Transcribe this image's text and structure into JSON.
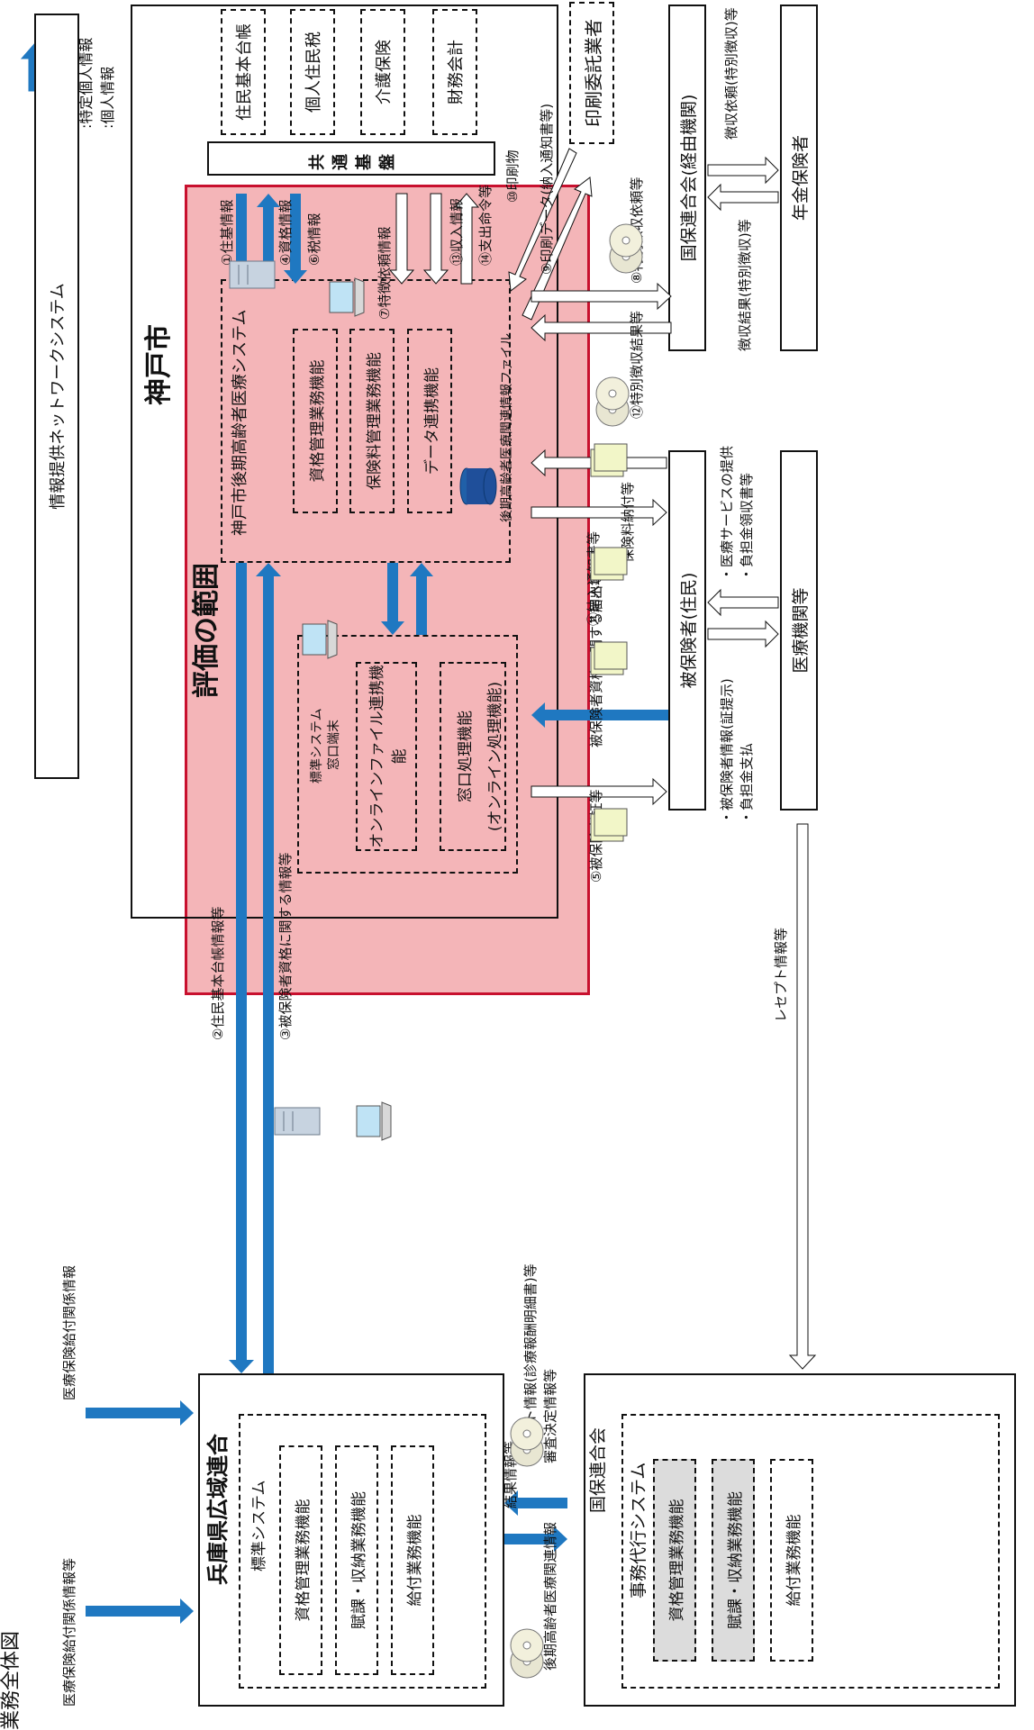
{
  "header": {
    "title": "業務全体図"
  },
  "legend": {
    "specific": ":特定個人情報",
    "personal": ":個人情報"
  },
  "scope": {
    "title": "評価の範囲"
  },
  "network": {
    "label": "情報提供ネットワークシステム"
  },
  "kobe": {
    "title": "神戸市",
    "systems": [
      "住民基本台帳",
      "個人住民税",
      "介護保険",
      "財務会計"
    ],
    "common_platform": "共　通　基　盤",
    "medical_system": {
      "title": "神戸市後期高齢者医療システム",
      "functions": [
        "資格管理業務機能",
        "保険料管理業務機能",
        "データ連携機能"
      ],
      "db_label": "後期高齢者医療関連情報ファイル"
    },
    "window": {
      "title_line1": "標準システム",
      "title_line2": "窓口端末",
      "function1": "オンラインファイル連携機能",
      "function2_line1": "窓口処理機能",
      "function2_line2": "(オンライン処理機能)"
    }
  },
  "external": {
    "printer": "印刷委託業者",
    "kokuho_via": "国保連合会(経由機関)",
    "pension": "年金保険者",
    "insured": "被保険者(住民)",
    "medical": "医療機関等"
  },
  "hyogo": {
    "title": "兵庫県広域連合",
    "system": "標準システム",
    "functions": [
      "資格管理業務機能",
      "賦課・収納業務機能",
      "給付業務機能"
    ]
  },
  "kokuho": {
    "title": "国保連合会",
    "system": "事務代行システム",
    "functions": [
      "資格管理業務機能",
      "賦課・収納業務機能",
      "給付業務機能"
    ]
  },
  "flows": {
    "f1": "①住基情報",
    "f4": "④資格情報",
    "f6": "⑥税情報",
    "f7": "⑦特徴依頼情報",
    "f13": "⑬収入情報",
    "f14": "⑭支出命令等",
    "f10": "⑩印刷物",
    "f9": "⑨印刷データ(納入通知書等)",
    "f8": "⑧特別徴収依頼等",
    "f12": "⑫特別徴収結果等",
    "f11a": "保険料納付等",
    "f11b": "⑪納入通知書等",
    "notif": "被保険者資格に関する届出等",
    "f5": "⑤被保険者証等",
    "f2": "②住民基本台帳情報等",
    "f3": "③被保険者資格に関する情報等",
    "med_left": "医療保険給付関係情報等",
    "med_right": "医療保険給付関係情報",
    "rezept": "レセプト情報等",
    "results": "結果情報等",
    "rezept_detail": "レセプト情報(診療報酬明細書)等",
    "judge": "審査決定情報等",
    "kouki": "後期高齢者医療関連情報",
    "pension_req": "徴収依頼(特別徴収)等",
    "pension_res": "徴収結果(特別徴収)等",
    "insured_to_med1": "・被保険者情報(証提示)",
    "insured_to_med2": "・負担金支払",
    "med_to_insured1": "・医療サービスの提供",
    "med_to_insured2": "・負担金領収書等"
  }
}
